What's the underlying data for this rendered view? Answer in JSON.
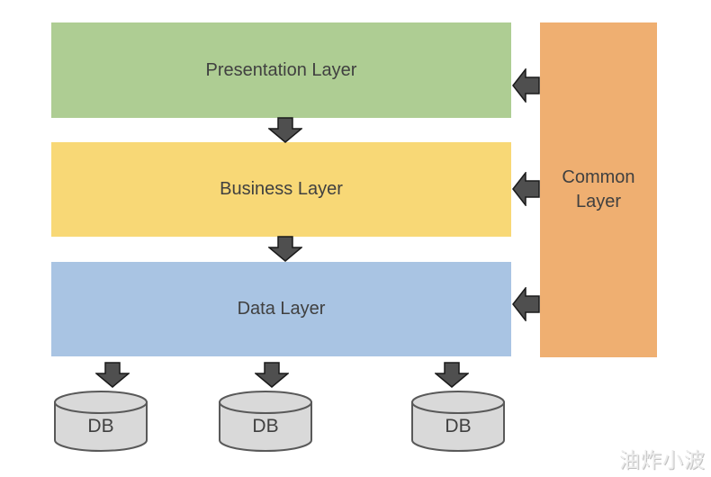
{
  "layers": [
    {
      "label": "Presentation Layer",
      "color": "#aecd93"
    },
    {
      "label": "Business Layer",
      "color": "#f8d876"
    },
    {
      "label": "Data Layer",
      "color": "#a9c4e3"
    }
  ],
  "common": {
    "label": "Common Layer",
    "color": "#efaf71"
  },
  "databases": [
    {
      "label": "DB"
    },
    {
      "label": "DB"
    },
    {
      "label": "DB"
    }
  ],
  "colors": {
    "db_fill": "#d9d9d9",
    "db_stroke": "#595959",
    "arrow_fill": "#4f4f4f",
    "arrow_stroke": "#1a1a1a",
    "label_text": "#404040"
  },
  "watermark": "油炸小波"
}
